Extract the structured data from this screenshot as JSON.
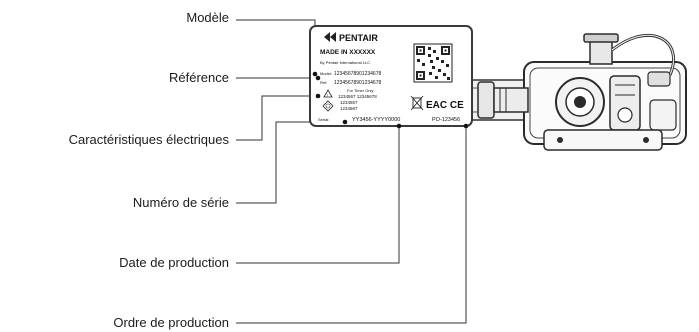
{
  "callouts": {
    "modele": "Modèle",
    "reference": "Référence",
    "caracteristiques": "Caractéristiques électriques",
    "numero_serie": "Numéro de série",
    "date_production": "Date de production",
    "ordre_production": "Ordre de production"
  },
  "label": {
    "brand": "PENTAIR",
    "made_in": "MADE IN XXXXXX",
    "manufacturer": "By Pentair International LLC",
    "model_prefix": "Model:",
    "model_value": "12345678901234678",
    "ref_prefix": "Ref:",
    "ref_value": "12345678901234678",
    "timer_note": "For Timer Only",
    "elec_row1": "1234567  12345678",
    "elec_row2": "1234567",
    "elec_row3": "1234567",
    "serial_prefix": "Serial:",
    "serial_value": "YY3456-YYYY0000",
    "order_value": "PO-123456",
    "marks": "EAC CE"
  },
  "colors": {
    "line": "#333333",
    "label_border": "#3a3a3a",
    "valve_dark": "#2b2b2b",
    "valve_light": "#e8e8e8"
  }
}
